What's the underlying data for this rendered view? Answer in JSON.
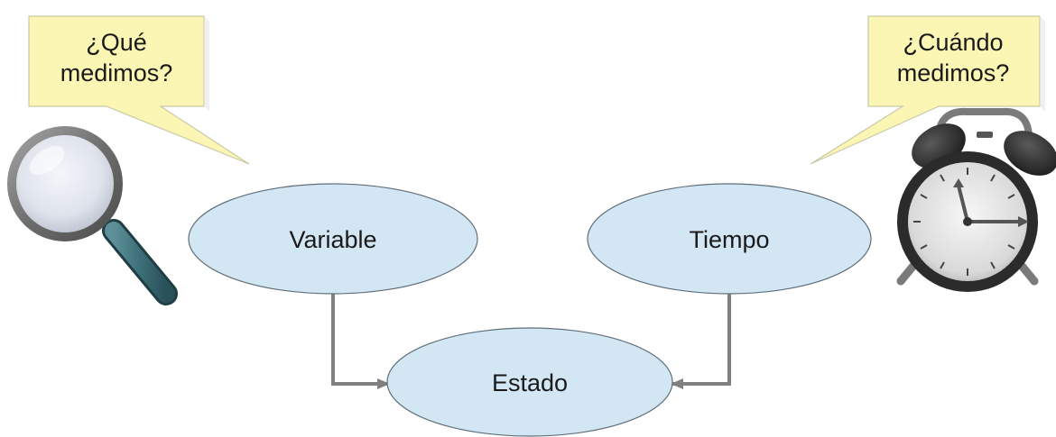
{
  "nodes": {
    "variable": "Variable",
    "tiempo": "Tiempo",
    "estado": "Estado"
  },
  "callouts": {
    "left": {
      "line1": "¿Qué",
      "line2": "medimos?"
    },
    "right": {
      "line1": "¿Cuándo",
      "line2": "medimos?"
    }
  },
  "icons": {
    "left": "magnifying-glass-icon",
    "right": "alarm-clock-icon"
  },
  "edges": [
    {
      "from": "variable",
      "to": "estado"
    },
    {
      "from": "tiempo",
      "to": "estado"
    }
  ],
  "colors": {
    "node_fill": "#d3e6f3",
    "node_stroke": "#5f6f7a",
    "arrow": "#808080",
    "callout_fill": "#fbf6b3",
    "callout_stroke": "#c9c9a8"
  }
}
